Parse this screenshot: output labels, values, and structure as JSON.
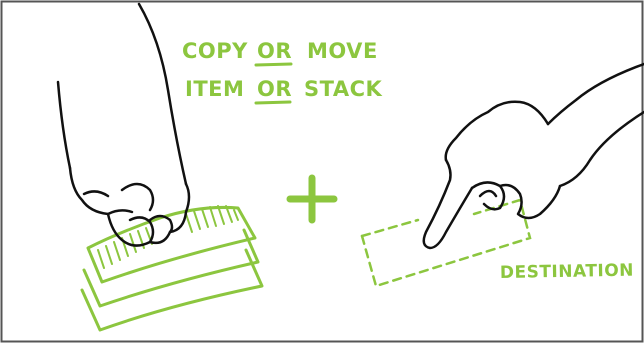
{
  "colors": {
    "accent": "#8cc63f",
    "ink": "#111111",
    "border": "#555555",
    "background": "#ffffff"
  },
  "caption": {
    "line1": {
      "word1": "COPY",
      "word2": "OR",
      "word3": "MOVE"
    },
    "line2": {
      "word1": "ITEM",
      "word2": "OR",
      "word3": "STACK"
    }
  },
  "operator": "+",
  "destination_label": "DESTINATION",
  "icons": {
    "left_hand": "grabbing-hand-icon",
    "stack": "card-stack-icon",
    "right_hand": "pointing-hand-icon",
    "target": "dashed-drop-target-icon"
  }
}
